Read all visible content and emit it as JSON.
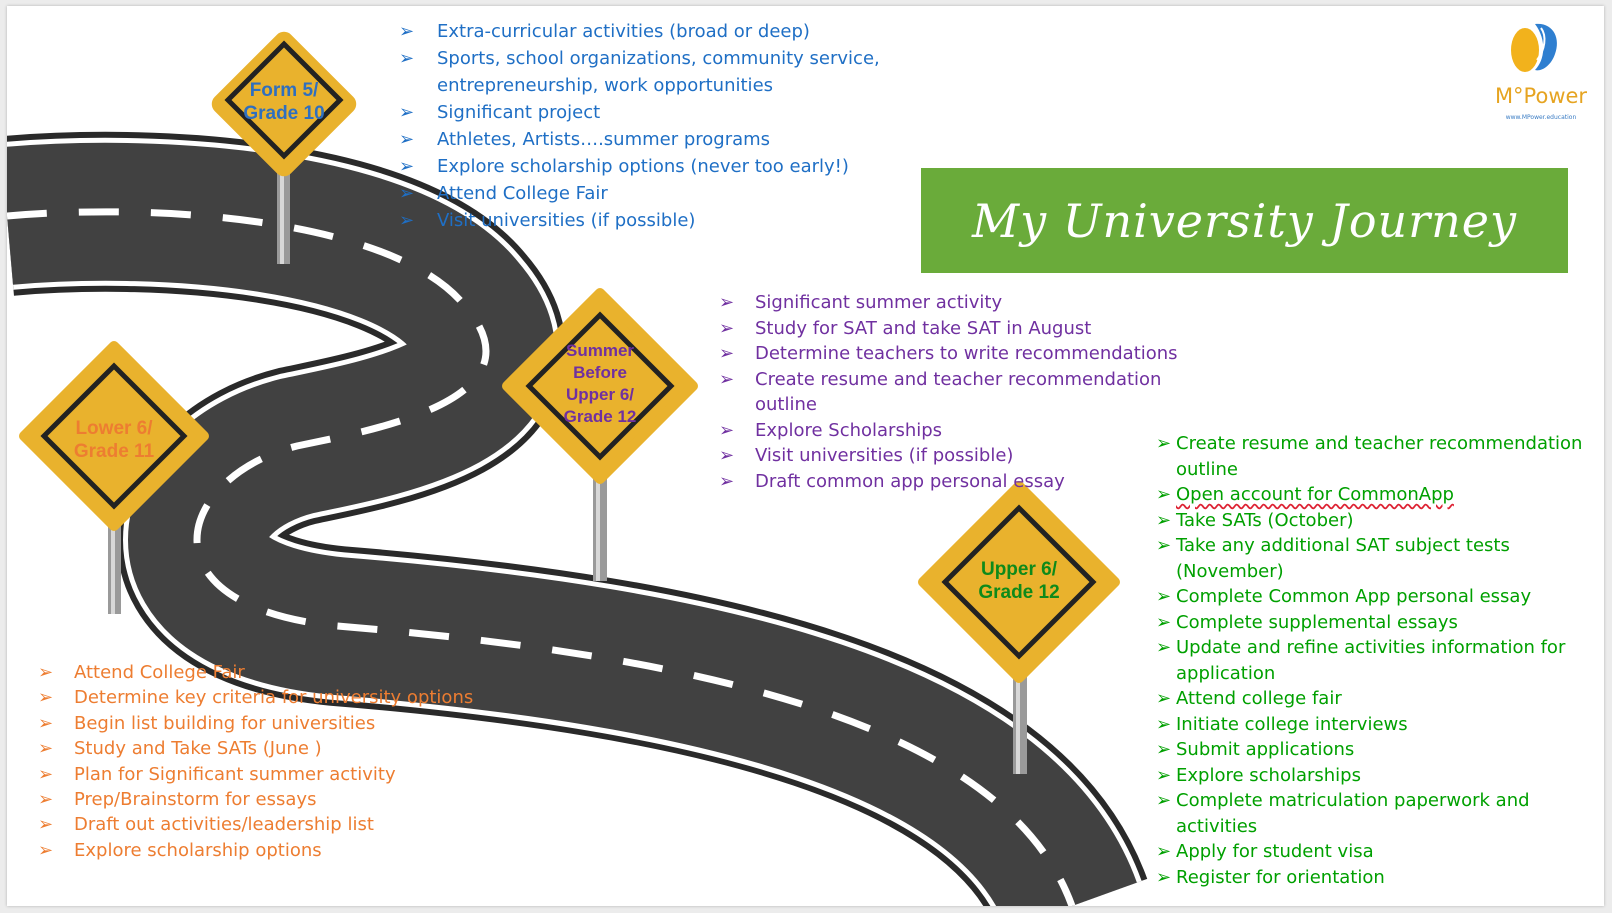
{
  "title": "My University Journey",
  "logo": {
    "text": "M°Power",
    "url": "www.MPower.education"
  },
  "colors": {
    "blue": "#1f6fc5",
    "purple": "#7030a0",
    "orange": "#ed7d31",
    "green": "#00a000",
    "title_bg": "#6aab3a",
    "sign_yellow": "#e9b22d",
    "road": "#3f3f3f"
  },
  "signs": {
    "form5": "Form 5/\nGrade 10",
    "lower6": "Lower 6/\nGrade 11",
    "summer": "Summer\nBefore\nUpper 6/\nGrade 12",
    "upper6": "Upper 6/\nGrade 12"
  },
  "lists": {
    "form5": [
      "Extra-curricular activities  (broad or deep)",
      "Sports, school organizations, community service, entrepreneurship, work opportunities",
      "Significant project",
      "Athletes, Artists….summer programs",
      "Explore scholarship options (never too early!)",
      "Attend College Fair",
      "Visit universities (if possible)"
    ],
    "summer": [
      "Significant summer activity",
      "Study for SAT and take SAT in August",
      "Determine teachers to write recommendations",
      "Create resume and teacher recommendation outline",
      "Explore Scholarships",
      "Visit universities (if possible)",
      "Draft common app personal essay"
    ],
    "lower6": [
      "Attend College Fair",
      "Determine key criteria for university options",
      "Begin list building for universities",
      "Study and Take SATs (June )",
      "Plan for Significant summer activity",
      "Prep/Brainstorm for essays",
      "Draft out activities/leadership list",
      "Explore scholarship options"
    ],
    "upper6": [
      "Create resume and teacher recommendation outline",
      "Open account for CommonApp",
      "Take SATs (October)",
      "Take any additional SAT subject tests (November)",
      "Complete Common App personal essay",
      "Complete supplemental essays",
      "Update and refine activities information for application",
      "Attend college fair",
      "Initiate college interviews",
      "Submit applications",
      "Explore scholarships",
      "Complete matriculation paperwork and activities",
      "Apply for student visa",
      "Register for orientation"
    ]
  }
}
